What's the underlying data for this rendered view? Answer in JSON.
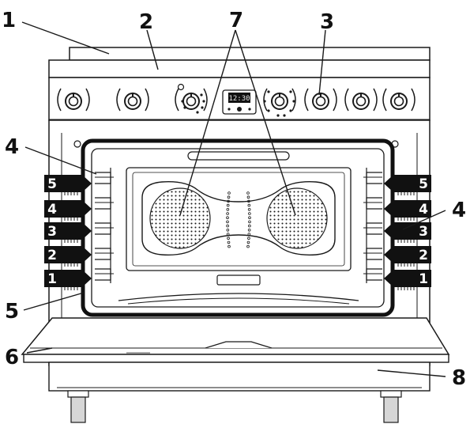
{
  "callouts": [
    "1",
    "2",
    "3",
    "4",
    "4",
    "5",
    "6",
    "7",
    "8"
  ],
  "shelf_levels": [
    "5",
    "4",
    "3",
    "2",
    "1"
  ],
  "display_time": "12:30",
  "colors": {
    "line": "#1a1a1a",
    "fill": "#ffffff",
    "grey": "#d6d6d6",
    "dark": "#111111"
  }
}
